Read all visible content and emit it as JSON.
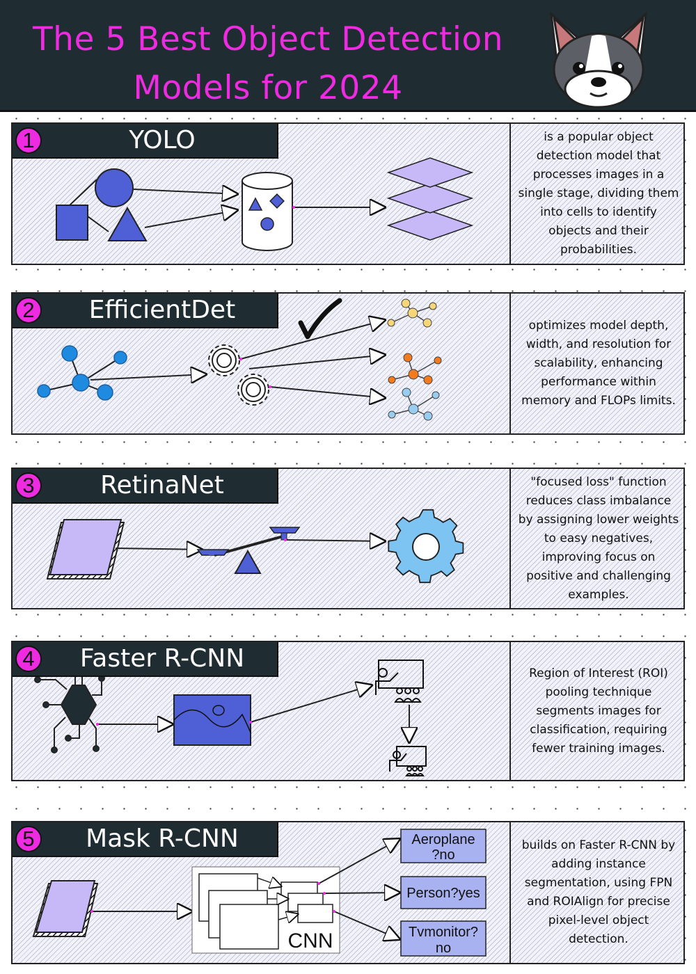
{
  "header": {
    "title_line1": "The 5 Best Object Detection",
    "title_line2": "Models for 2024",
    "mascot_icon": "bulldog-mascot-icon"
  },
  "colors": {
    "header_bg": "#1f2d33",
    "accent_magenta": "#ee2be0",
    "shape_blue": "#4f5fd6",
    "lavender": "#c7b8f7",
    "light_blue_gear": "#7ec4f2"
  },
  "models": [
    {
      "number": "1",
      "name": "YOLO",
      "description": "is a popular object detection model that processes images in a single stage, dividing them into cells to identify objects and their probabilities."
    },
    {
      "number": "2",
      "name": "EfficientDet",
      "description": "optimizes model depth, width, and resolution for scalability, enhancing performance within memory and FLOPs limits."
    },
    {
      "number": "3",
      "name": "RetinaNet",
      "description": "\"focused loss\" function reduces class imbalance by assigning lower weights to easy negatives, improving focus on positive and challenging examples."
    },
    {
      "number": "4",
      "name": "Faster R-CNN",
      "description": "Region of Interest (ROI) pooling technique segments images for classification, requiring fewer training images."
    },
    {
      "number": "5",
      "name": "Mask R-CNN",
      "description": "builds on Faster R-CNN by adding instance segmentation, using FPN and ROIAlign for precise pixel-level object detection.",
      "cnn_label": "CNN",
      "outputs": [
        {
          "line1": "Aeroplane",
          "line2": "?no"
        },
        {
          "line1": "Person?yes",
          "line2": ""
        },
        {
          "line1": "Tvmonitor?",
          "line2": "no"
        }
      ]
    }
  ]
}
